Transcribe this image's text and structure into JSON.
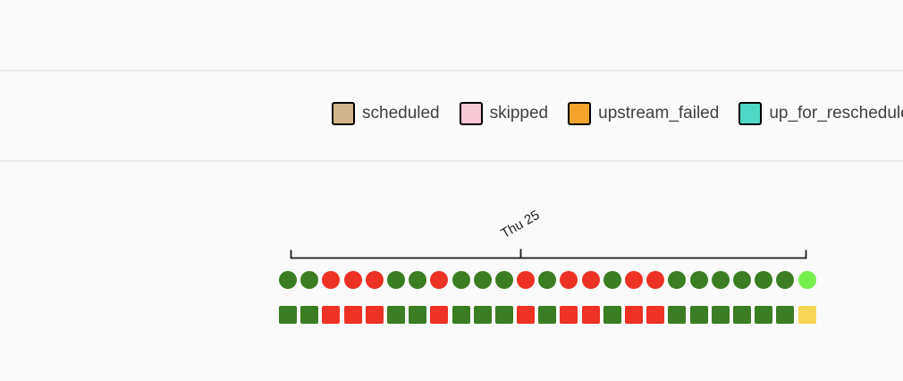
{
  "colors": {
    "success": "#3a7d22",
    "failed": "#ed3124",
    "running": "#77ee4c",
    "up_for_retry": "#f7d554",
    "scheduled": "#d2b48c",
    "skipped": "#f8c8d4",
    "upstream_failed": "#f1a32c",
    "up_for_reschedule": "#4fd9c4"
  },
  "legend": {
    "items": [
      {
        "state": "scheduled",
        "label": "scheduled"
      },
      {
        "state": "skipped",
        "label": "skipped"
      },
      {
        "state": "upstream_failed",
        "label": "upstream_failed"
      },
      {
        "state": "up_for_reschedule",
        "label": "up_for_reschedule"
      }
    ]
  },
  "axis": {
    "tick_label": "Thu 25"
  },
  "grid": {
    "dag_runs": [
      "success",
      "success",
      "failed",
      "failed",
      "failed",
      "success",
      "success",
      "failed",
      "success",
      "success",
      "success",
      "failed",
      "success",
      "failed",
      "failed",
      "success",
      "failed",
      "failed",
      "success",
      "success",
      "success",
      "success",
      "success",
      "success",
      "running"
    ],
    "task_instances": [
      "success",
      "success",
      "failed",
      "failed",
      "failed",
      "success",
      "success",
      "failed",
      "success",
      "success",
      "success",
      "failed",
      "success",
      "failed",
      "failed",
      "success",
      "failed",
      "failed",
      "success",
      "success",
      "success",
      "success",
      "success",
      "success",
      "up_for_retry"
    ]
  }
}
